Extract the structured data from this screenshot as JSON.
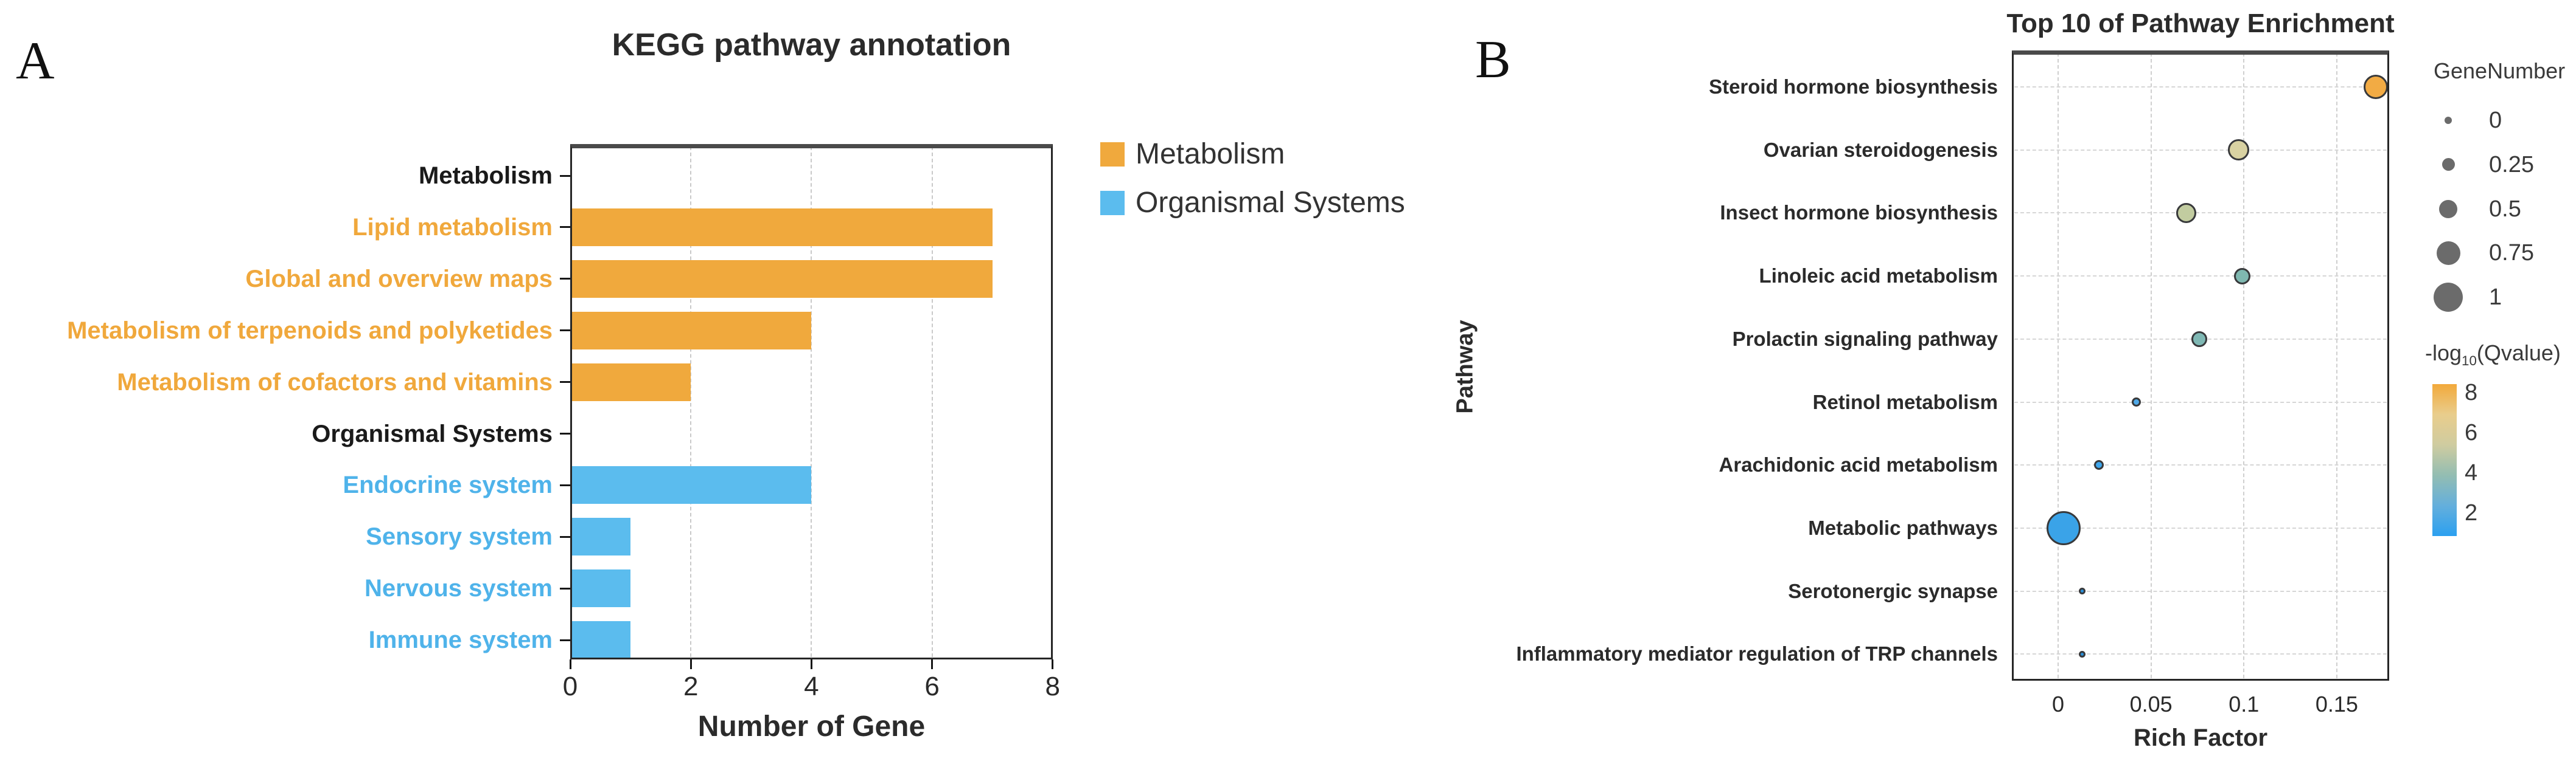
{
  "figure": {
    "panel_a_label": "A",
    "panel_b_label": "B"
  },
  "chart_data": [
    {
      "type": "bar",
      "panel": "A",
      "title": "KEGG pathway annotation",
      "xlabel": "Number of Gene",
      "xlim": [
        0,
        8
      ],
      "x_ticks": [
        "0",
        "2",
        "4",
        "6",
        "8"
      ],
      "grid_x": [
        2,
        4,
        6
      ],
      "grid": true,
      "legend_position": "top-right-outside",
      "legend": [
        {
          "label": "Metabolism",
          "color": "#F0A93D"
        },
        {
          "label": "Organismal Systems",
          "color": "#5BBCEE"
        }
      ],
      "rows": [
        {
          "label": "Metabolism",
          "group": "category-header",
          "value": null,
          "bar_color": null,
          "label_color": "#1a1a1a"
        },
        {
          "label": "Lipid metabolism",
          "group": "Metabolism",
          "value": 7,
          "bar_color": "#F0A93D",
          "label_color": "#F0A83C"
        },
        {
          "label": "Global and overview maps",
          "group": "Metabolism",
          "value": 7,
          "bar_color": "#F0A93D",
          "label_color": "#F0A83C"
        },
        {
          "label": "Metabolism of terpenoids and polyketides",
          "group": "Metabolism",
          "value": 4,
          "bar_color": "#F0A93D",
          "label_color": "#F0A83C"
        },
        {
          "label": "Metabolism of cofactors and vitamins",
          "group": "Metabolism",
          "value": 2,
          "bar_color": "#F0A93D",
          "label_color": "#F0A83C"
        },
        {
          "label": "Organismal Systems",
          "group": "category-header",
          "value": null,
          "bar_color": null,
          "label_color": "#1a1a1a"
        },
        {
          "label": "Endocrine system",
          "group": "Organismal Systems",
          "value": 4,
          "bar_color": "#5BBCEE",
          "label_color": "#4FB3EA"
        },
        {
          "label": "Sensory system",
          "group": "Organismal Systems",
          "value": 1,
          "bar_color": "#5BBCEE",
          "label_color": "#4FB3EA"
        },
        {
          "label": "Nervous system",
          "group": "Organismal Systems",
          "value": 1,
          "bar_color": "#5BBCEE",
          "label_color": "#4FB3EA"
        },
        {
          "label": "Immune system",
          "group": "Organismal Systems",
          "value": 1,
          "bar_color": "#5BBCEE",
          "label_color": "#4FB3EA"
        }
      ]
    },
    {
      "type": "scatter",
      "panel": "B",
      "title": "Top 10 of Pathway Enrichment",
      "xlabel": "Rich Factor",
      "ylabel": "Pathway",
      "xlim": [
        0,
        0.178
      ],
      "x_ticks": [
        "0",
        "0.05",
        "0.1",
        "0.15"
      ],
      "grid": true,
      "size_legend": {
        "title": "GeneNumber",
        "values": [
          "0",
          "0.25",
          "0.5",
          "0.75",
          "1"
        ],
        "dot_color": "#6B6B6B"
      },
      "color_legend": {
        "title_prefix": "-log",
        "title_sub": "10",
        "title_suffix": "(Qvalue)",
        "ticks": [
          "8",
          "6",
          "4",
          "2"
        ],
        "gradient_top_to_bottom": [
          "#F2A93B",
          "#E9CD8C",
          "#CFCCA0",
          "#93BDB2",
          "#64AFDC",
          "#2BA0F0"
        ]
      },
      "points": [
        {
          "pathway": "Steroid hormone biosynthesis",
          "rich_factor": 0.171,
          "gene_number": 0.75,
          "neg_log10_qvalue": 8.2,
          "color": "#F2AB44",
          "diameter": 40
        },
        {
          "pathway": "Ovarian steroidogenesis",
          "rich_factor": 0.097,
          "gene_number": 0.6,
          "neg_log10_qvalue": 6.2,
          "color": "#D9D2A2",
          "diameter": 35
        },
        {
          "pathway": "Insect hormone biosynthesis",
          "rich_factor": 0.069,
          "gene_number": 0.55,
          "neg_log10_qvalue": 5.6,
          "color": "#C2CCA0",
          "diameter": 33
        },
        {
          "pathway": "Linoleic acid metabolism",
          "rich_factor": 0.099,
          "gene_number": 0.4,
          "neg_log10_qvalue": 4.1,
          "color": "#7FB8B0",
          "diameter": 27
        },
        {
          "pathway": "Prolactin signaling pathway",
          "rich_factor": 0.076,
          "gene_number": 0.4,
          "neg_log10_qvalue": 4.0,
          "color": "#7FB8B4",
          "diameter": 26
        },
        {
          "pathway": "Retinol metabolism",
          "rich_factor": 0.042,
          "gene_number": 0.1,
          "neg_log10_qvalue": 2.1,
          "color": "#4FA9E8",
          "diameter": 15
        },
        {
          "pathway": "Arachidonic acid metabolism",
          "rich_factor": 0.022,
          "gene_number": 0.1,
          "neg_log10_qvalue": 1.9,
          "color": "#3FA6EC",
          "diameter": 16
        },
        {
          "pathway": "Metabolic pathways",
          "rich_factor": 0.003,
          "gene_number": 1.0,
          "neg_log10_qvalue": 1.7,
          "color": "#3AA3E8",
          "diameter": 56
        },
        {
          "pathway": "Serotonergic synapse",
          "rich_factor": 0.013,
          "gene_number": 0.0,
          "neg_log10_qvalue": 2.3,
          "color": "#2B90D9",
          "diameter": 11
        },
        {
          "pathway": "Inflammatory mediator regulation of TRP channels",
          "rich_factor": 0.013,
          "gene_number": 0.0,
          "neg_log10_qvalue": 2.3,
          "color": "#2B90D9",
          "diameter": 11
        }
      ]
    }
  ]
}
